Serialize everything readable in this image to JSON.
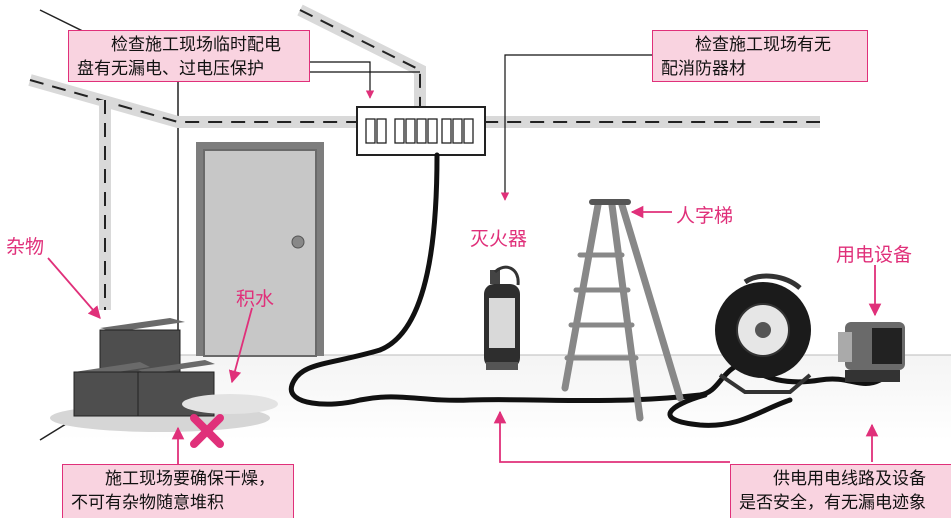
{
  "callouts": {
    "distribution": {
      "line1": "检查施工现场临时配电",
      "line2": "盘有无漏电、过电压保护"
    },
    "fire": {
      "line1": "检查施工现场有无",
      "line2": "配消防器材"
    },
    "dry": {
      "line1": "施工现场要确保干燥，",
      "line2": "不可有杂物随意堆积"
    },
    "wiring": {
      "line1": "供电用电线路及设备",
      "line2": "是否安全，有无漏电迹象"
    }
  },
  "labels": {
    "debris": "杂物",
    "water": "积水",
    "extinguisher": "灭火器",
    "ladder": "人字梯",
    "equipment": "用电设备"
  },
  "colors": {
    "accent": "#e0307a",
    "callout_bg": "#f9d3e0",
    "wall_line": "#d8d8d8",
    "door": "#8c8c8c"
  }
}
